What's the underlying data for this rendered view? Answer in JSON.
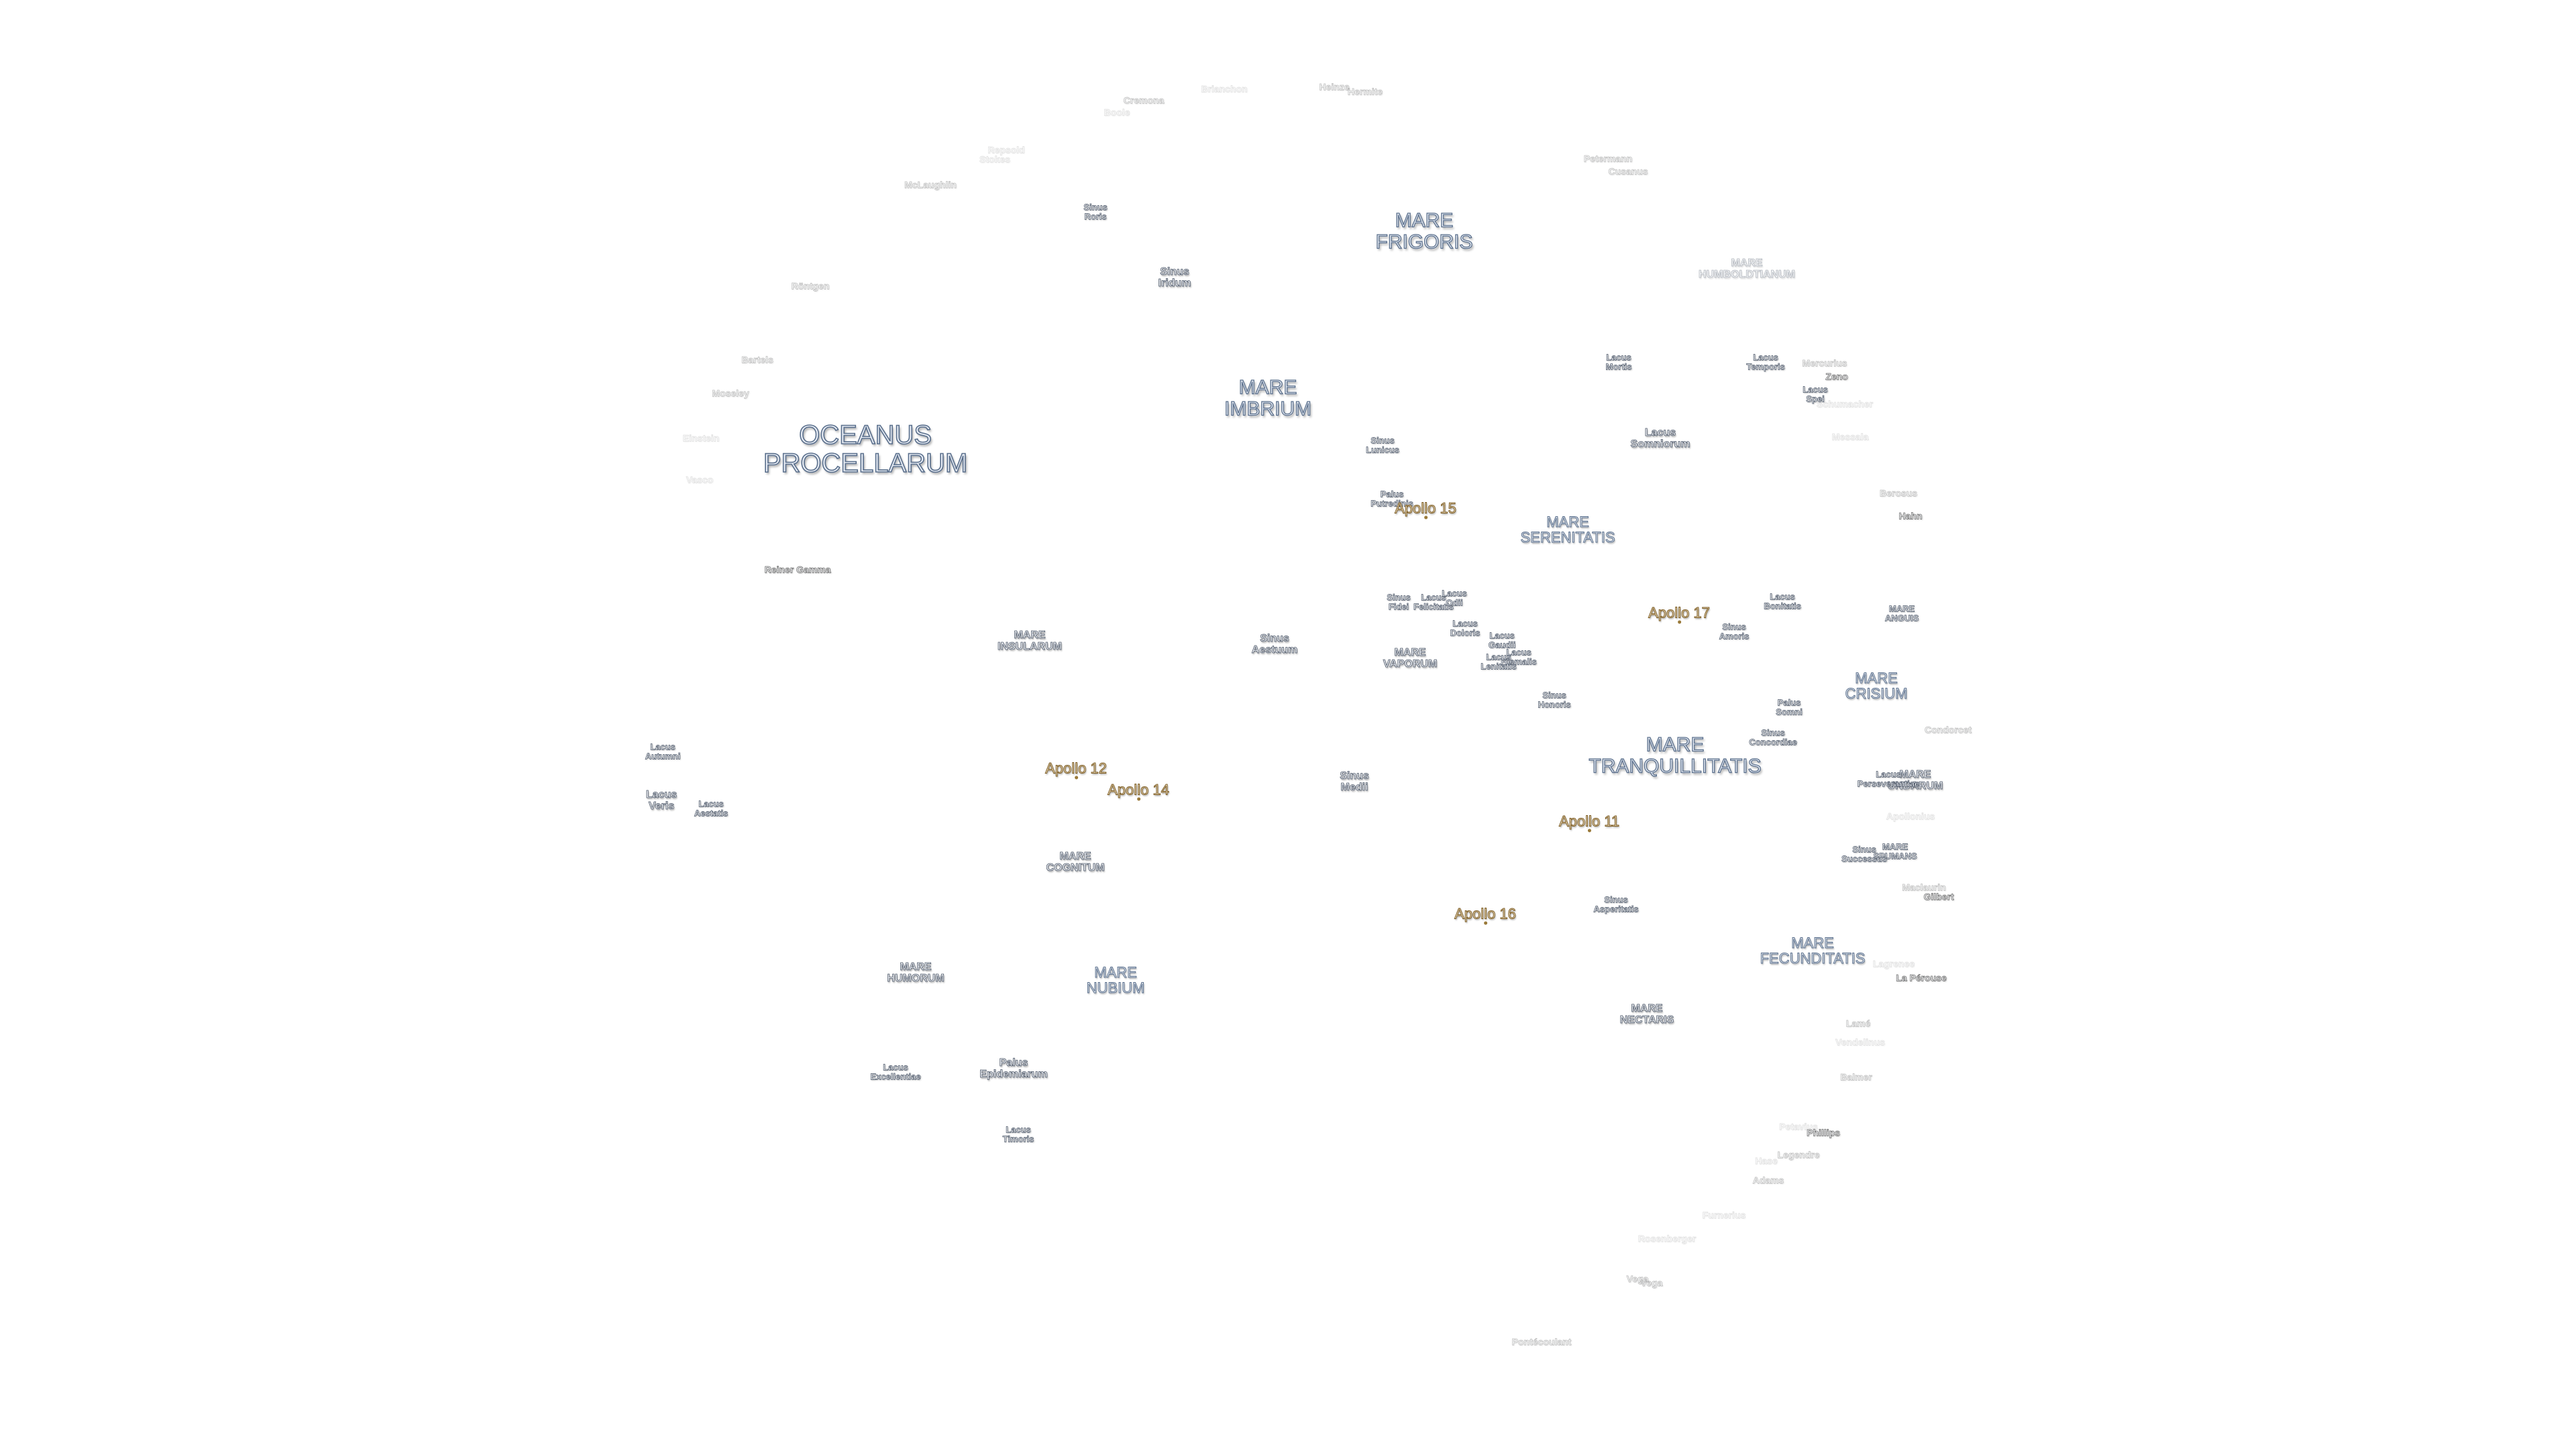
{
  "seas": {
    "oceanus_procellarum": [
      "OCEANUS",
      "PROCELLARUM"
    ],
    "mare_frigoris": [
      "MARE",
      "FRIGORIS"
    ],
    "mare_imbrium": [
      "MARE",
      "IMBRIUM"
    ],
    "mare_serenitatis": [
      "MARE",
      "SERENITATIS"
    ],
    "mare_tranquillitatis": [
      "MARE",
      "TRANQUILLITATIS"
    ],
    "mare_crisium": [
      "MARE",
      "CRISIUM"
    ],
    "mare_fecunditatis": [
      "MARE",
      "FECUNDITATIS"
    ],
    "mare_nectaris": [
      "MARE",
      "NECTARIS"
    ],
    "mare_nubium": [
      "MARE",
      "NUBIUM"
    ],
    "mare_humorum": [
      "MARE",
      "HUMORUM"
    ],
    "mare_cognitum": [
      "MARE",
      "COGNITUM"
    ],
    "mare_insularum": [
      "MARE",
      "INSULARUM"
    ],
    "mare_vaporum": [
      "MARE",
      "VAPORUM"
    ],
    "mare_humboldtianum": [
      "MARE",
      "HUMBOLDTIANUM"
    ],
    "mare_anguis": [
      "MARE",
      "ANGUIS"
    ],
    "mare_undarum": [
      "MARE",
      "UNDARUM"
    ],
    "mare_spumans": [
      "MARE",
      "SPUMANS"
    ]
  },
  "features": {
    "sinus_roris": [
      "Sinus",
      "Roris"
    ],
    "sinus_iridum": [
      "Sinus",
      "Iridum"
    ],
    "sinus_aestuum": [
      "Sinus",
      "Aestuum"
    ],
    "sinus_medii": [
      "Sinus",
      "Medii"
    ],
    "sinus_lunicus": [
      "Sinus",
      "Lunicus"
    ],
    "sinus_fidei": [
      "Sinus",
      "Fidei"
    ],
    "sinus_honoris": [
      "Sinus",
      "Honoris"
    ],
    "sinus_amoris": [
      "Sinus",
      "Amoris"
    ],
    "sinus_concordiae": [
      "Sinus",
      "Concordiae"
    ],
    "sinus_asperitatis": [
      "Sinus",
      "Asperitatis"
    ],
    "sinus_successus": [
      "Sinus",
      "Successus"
    ],
    "lacus_somniorum": [
      "Lacus",
      "Somniorum"
    ],
    "lacus_mortis": [
      "Lacus",
      "Mortis"
    ],
    "lacus_temporis": [
      "Lacus",
      "Temporis"
    ],
    "lacus_spei": [
      "Lacus",
      "Spei"
    ],
    "lacus_bonitatis": [
      "Lacus",
      "Bonitatis"
    ],
    "lacus_felicitatis": [
      "Lacus",
      "Felicitatis"
    ],
    "lacus_odii": [
      "Lacus",
      "Odii"
    ],
    "lacus_doloris": [
      "Lacus",
      "Doloris"
    ],
    "lacus_gaudii": [
      "Lacus",
      "Gaudii"
    ],
    "lacus_hiemalis": [
      "Lacus",
      "Hiemalis"
    ],
    "lacus_lenitatis": [
      "Lacus",
      "Lenitatis"
    ],
    "lacus_perseverantiae": [
      "Lacus",
      "Perseverantiae"
    ],
    "lacus_autumni": [
      "Lacus",
      "Autumni"
    ],
    "lacus_veris": [
      "Lacus",
      "Veris"
    ],
    "lacus_aestatis": [
      "Lacus",
      "Aestatis"
    ],
    "lacus_excellentiae": [
      "Lacus",
      "Excellentiae"
    ],
    "lacus_timoris": [
      "Lacus",
      "Timoris"
    ],
    "palus_putredinis": [
      "Palus",
      "Putredinis"
    ],
    "palus_somni": [
      "Palus",
      "Somni"
    ],
    "palus_epidemiarum": [
      "Palus",
      "Epidemiarum"
    ]
  },
  "apollo": {
    "a11": "Apollo 11",
    "a12": "Apollo 12",
    "a14": "Apollo 14",
    "a15": "Apollo 15",
    "a16": "Apollo 16",
    "a17": "Apollo 17"
  },
  "craters": {
    "reiner_gamma": "Reiner Gamma",
    "cremona": "Cremona",
    "brianchon": "Brianchon",
    "boole": "Boole",
    "hermite": "Hermite",
    "heinze": "Heinze",
    "mclaughlin": "McLaughlin",
    "repsold": "Repsold",
    "stokes": "Stokes",
    "rontgen": "Röntgen",
    "bartels": "Bartels",
    "moseley": "Moseley",
    "einstein": "Einstein",
    "vasco": "Vasco",
    "petermann": "Petermann",
    "cusanus": "Cusanus",
    "mercurius": "Mercurius",
    "zeno": "Zeno",
    "schumacher": "Schumacher",
    "messala": "Messala",
    "berosus": "Berosus",
    "hahn": "Hahn",
    "condorcet": "Condorcet",
    "apollonius": "Apollonius",
    "maclaurin": "Maclaurin",
    "gilbert": "Gilbert",
    "la_perouse": "La Pérouse",
    "lagrenee": "Lagrenee",
    "lame": "Lamé",
    "vendelinus": "Vendelinus",
    "balmer": "Balmer",
    "petavius": "Petavius",
    "phillips": "Phillips",
    "legendre": "Legendre",
    "hase": "Hase",
    "adams": "Adams",
    "furnerius": "Furnerius",
    "rosenberger": "Rosenberger",
    "vega": "Vega",
    "pontecoulant": "Pontécoulant"
  }
}
